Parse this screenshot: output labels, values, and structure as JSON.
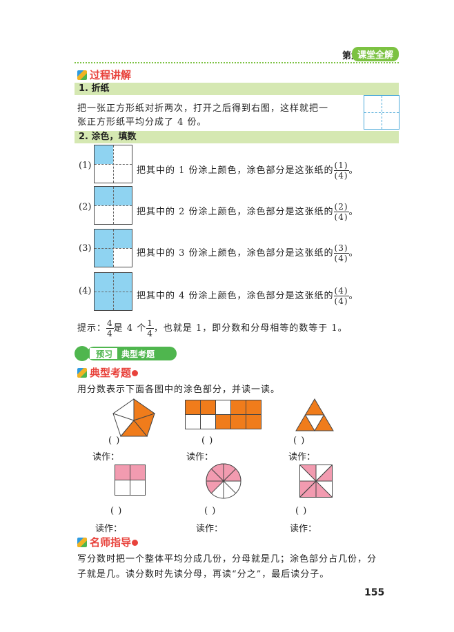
{
  "header": {
    "unit": "第六单元",
    "tag": "课堂全解",
    "page_number": "155"
  },
  "process": {
    "title": "过程讲解",
    "step1_title": "1. 折纸",
    "step1_line1": "把一张正方形纸对折两次，打开之后得到右图，这样就把一",
    "step1_line2": "张正方形纸平均分成了 4 份。",
    "step2_title": "2. 涂色，填数",
    "rows": [
      {
        "label": "(1)",
        "text": "把其中的 1 份涂上颜色，涂色部分是这张纸的",
        "num": "(1)",
        "den": "(4)",
        "shaded": 1,
        "end": "。"
      },
      {
        "label": "(2)",
        "text": "把其中的 2 份涂上颜色，涂色部分是这张纸的",
        "num": "(2)",
        "den": "(4)",
        "shaded": 2,
        "end": "。"
      },
      {
        "label": "(3)",
        "text": "把其中的 3 份涂上颜色，涂色部分是这张纸的",
        "num": "(3)",
        "den": "(4)",
        "shaded": 3,
        "end": "。"
      },
      {
        "label": "(4)",
        "text": "把其中的 4 份涂上颜色，涂色部分是这张纸的",
        "num": "(4)",
        "den": "(4)",
        "shaded": 4,
        "end": "。"
      }
    ],
    "tip_prefix": "提示：",
    "tip_frac1_num": "4",
    "tip_frac1_den": "4",
    "tip_mid": "是 4 个",
    "tip_frac2_num": "1",
    "tip_frac2_den": "4",
    "tip_end": "，也就是 1，即分数和分母相等的数等于 1。"
  },
  "banner": {
    "left": "预习",
    "right": "典型考题"
  },
  "exam": {
    "title": "典型考题",
    "badge": "1",
    "instruction": "用分数表示下面各图中的涂色部分，并读一读。",
    "paren": "(        )",
    "read_as": "读作："
  },
  "guide": {
    "title": "名师指导",
    "badge": "1",
    "line1": "写分数时把一个整体平均分成几份，分母就是几；涂色部分占几份，分",
    "line2": "子就是几。读分数时先读分母，再读“分之”，最后读分子。"
  },
  "colors": {
    "orange": "#f07c1b",
    "pink": "#f29bb0",
    "blue": "#8fd3f1",
    "green": "#d5e8b2",
    "red": "#e8423b"
  }
}
